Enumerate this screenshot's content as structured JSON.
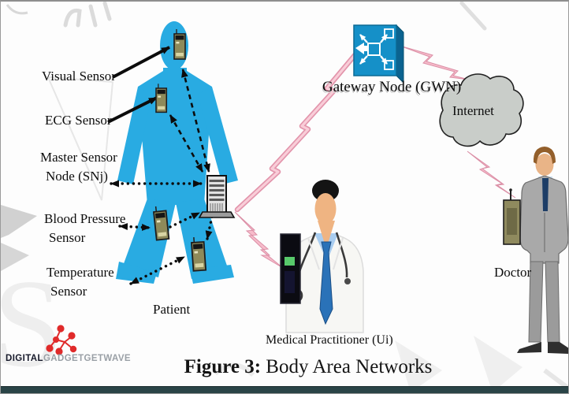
{
  "figure": {
    "caption_bold": "Figure 3:",
    "caption_rest": " Body Area Networks"
  },
  "labels": {
    "visual_sensor": "Visual Sensor",
    "ecg_sensor": "ECG Sensor",
    "master_sensor_1": "Master Sensor",
    "master_sensor_2": "Node (SNj)",
    "blood_pressure_1": "Blood Pressure",
    "blood_pressure_2": "Sensor",
    "temperature_1": "Temperature",
    "temperature_2": "Sensor",
    "patient": "Patient",
    "gateway": "Gateway Node (GWN)",
    "internet": "Internet",
    "doctor": "Doctor",
    "practitioner": "Medical Practitioner (Ui)"
  },
  "brand": {
    "bold": "DIGITAL",
    "rest": "GADGETGETWAVE"
  },
  "icons": {
    "gateway": "network-switch-icon",
    "internet": "cloud-icon",
    "master_node": "tower-node-icon",
    "wireless_links": "lightning-bolt-icon",
    "body_sensors": "sensor-device-icon",
    "brand_mark": "red-network-graph-icon"
  },
  "colors": {
    "patient_body": "#29abe2",
    "bolt_pink_fill": "#f7bccb",
    "bolt_pink_edge": "#e294ab",
    "gateway_front": "#1590c8",
    "gateway_side": "#0b6390",
    "cloud_fill": "#c9cdc9",
    "sensor_khaki": "#8e8a5a",
    "suit_gray": "#a9a9a9",
    "bottom_bar": "#2a4447",
    "brand_red": "#e02a2a"
  }
}
